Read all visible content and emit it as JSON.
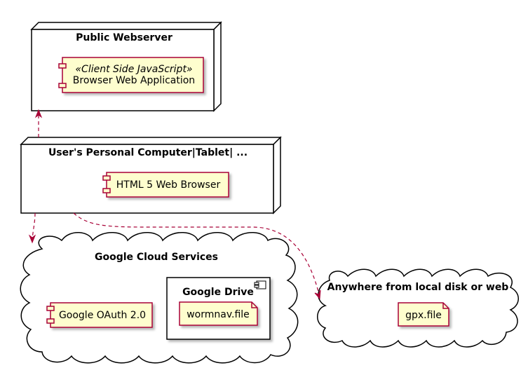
{
  "nodes": {
    "public_webserver": {
      "title": "Public Webserver"
    },
    "personal_computer": {
      "title": "User's Personal Computer|Tablet| ..."
    }
  },
  "components": {
    "browser_web_app": {
      "stereotype": "«Client Side JavaScript»",
      "label": "Browser Web Application"
    },
    "html5_browser": {
      "label": "HTML 5 Web Browser"
    },
    "google_oauth": {
      "label": "Google OAuth 2.0"
    },
    "google_drive": {
      "title": "Google Drive"
    }
  },
  "clouds": {
    "google_cloud": {
      "title": "Google Cloud Services"
    },
    "anywhere": {
      "title": "Anywhere from local disk or web"
    }
  },
  "files": {
    "wormnav": {
      "label": "wormnav.file"
    },
    "gpx": {
      "label": "gpx.file"
    }
  },
  "colors": {
    "element_fill": "#FEFECE",
    "element_border": "#A80036",
    "arrow": "#A80036",
    "node_border": "#000000"
  }
}
